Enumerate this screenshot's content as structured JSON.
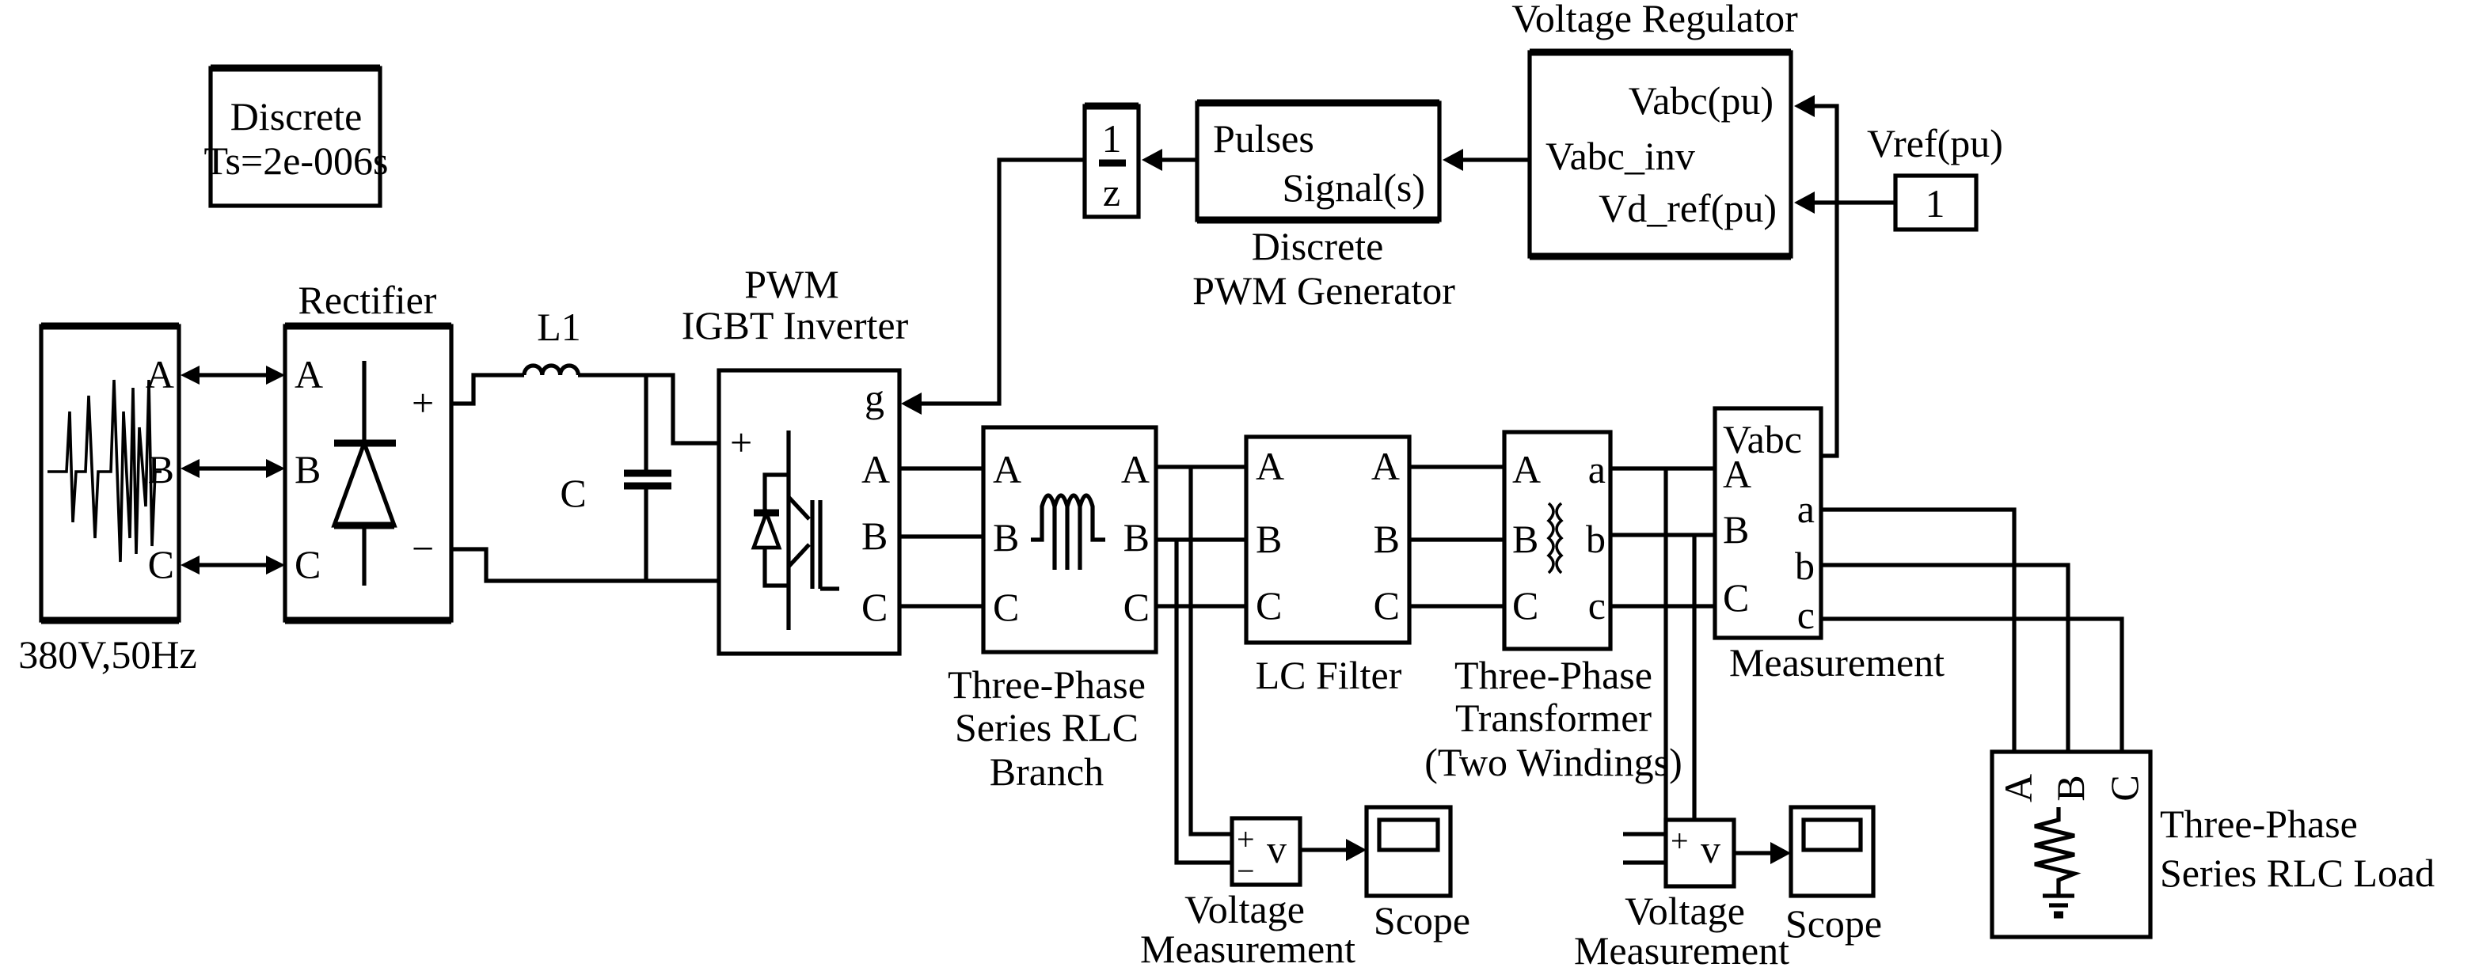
{
  "diagram": {
    "solver": {
      "line1": "Discrete",
      "line2": "Ts=2e-006s"
    },
    "source": {
      "label": "380V,50Hz",
      "ports": [
        "A",
        "B",
        "C"
      ]
    },
    "rectifier": {
      "title": "Rectifier",
      "ports_in": [
        "A",
        "B",
        "C"
      ],
      "plus": "+",
      "minus": "−"
    },
    "inductor": {
      "label": "L1"
    },
    "capacitor": {
      "label": "C"
    },
    "inverter": {
      "title1": "PWM",
      "title2": "IGBT Inverter",
      "plus": "+",
      "ports": [
        "g",
        "A",
        "B",
        "C"
      ]
    },
    "unit_delay": {
      "num": "1",
      "den": "z"
    },
    "pwm_generator": {
      "port_in": "Pulses",
      "port_out": "Signal(s)",
      "title1": "Discrete",
      "title2": "PWM Generator"
    },
    "voltage_regulator": {
      "title": "Voltage Regulator",
      "ports": [
        "Vabc(pu)",
        "Vabc_inv",
        "Vd_ref(pu)"
      ]
    },
    "constant": {
      "value": "1",
      "label": "Vref(pu)"
    },
    "rlc_branch": {
      "ports_left": [
        "A",
        "B",
        "C"
      ],
      "ports_right": [
        "A",
        "B",
        "C"
      ],
      "title1": "Three-Phase",
      "title2": "Series RLC",
      "title3": "Branch"
    },
    "lc_filter": {
      "ports_left": [
        "A",
        "B",
        "C"
      ],
      "ports_right": [
        "A",
        "B",
        "C"
      ],
      "title": "LC Filter"
    },
    "transformer": {
      "ports_left": [
        "A",
        "B",
        "C"
      ],
      "ports_right": [
        "a",
        "b",
        "c"
      ],
      "title1": "Three-Phase",
      "title2": "Transformer",
      "title3": "(Two Windings)"
    },
    "measurement": {
      "vabc": "Vabc",
      "ports_left": [
        "A",
        "B",
        "C"
      ],
      "ports_right": [
        "a",
        "b",
        "c"
      ],
      "title": "Measurement"
    },
    "voltage_measurement_1": {
      "plus": "+",
      "minus": "−",
      "out": "v",
      "title1": "Voltage",
      "title2": "Measurement"
    },
    "scope_1": {
      "title": "Scope"
    },
    "voltage_measurement_2": {
      "plus": "+",
      "minus": "−",
      "out": "v",
      "title1": "Voltage",
      "title2": "Measurement"
    },
    "scope_2": {
      "title": "Scope"
    },
    "load": {
      "ports": [
        "A",
        "B",
        "C"
      ],
      "title1": "Three-Phase",
      "title2": "Series RLC Load"
    }
  }
}
